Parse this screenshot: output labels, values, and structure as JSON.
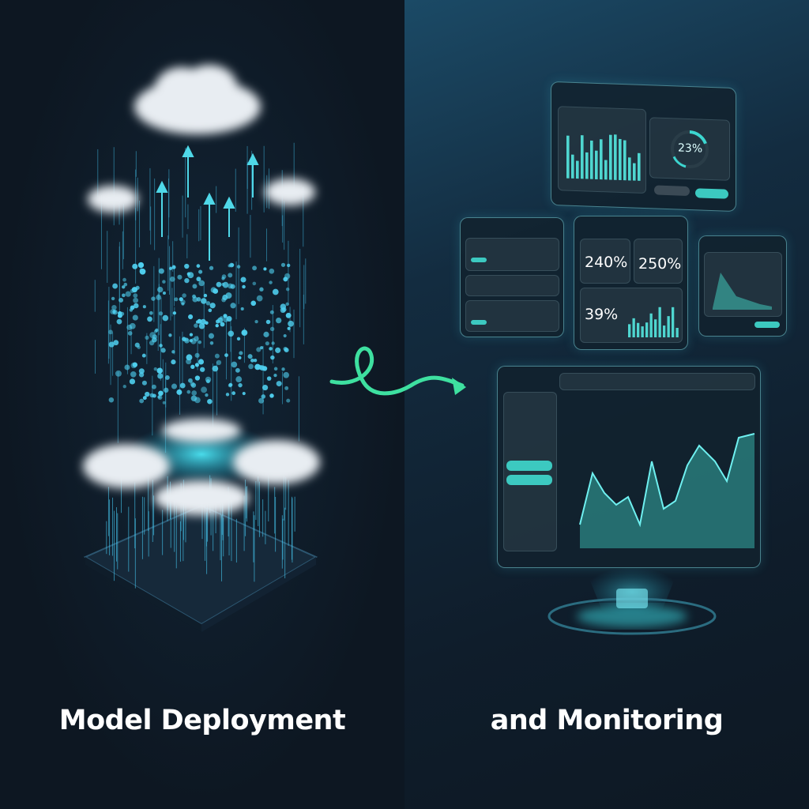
{
  "left": {
    "caption": "Model Deployment"
  },
  "right": {
    "caption": "and Monitoring"
  },
  "dashboards": {
    "top_panel": {
      "gauge_value": "23%"
    },
    "center_panel": {
      "metric_1": "240%",
      "metric_2": "250%",
      "metric_3": "39%"
    }
  },
  "colors": {
    "accent": "#3cd6d0",
    "arrow": "#3ee0a0",
    "background": "#0e1824"
  },
  "icons": [
    "cloud-icon",
    "upload-arrow-icon",
    "neural-cube-icon",
    "curly-arrow-icon",
    "hologram-base-icon"
  ]
}
